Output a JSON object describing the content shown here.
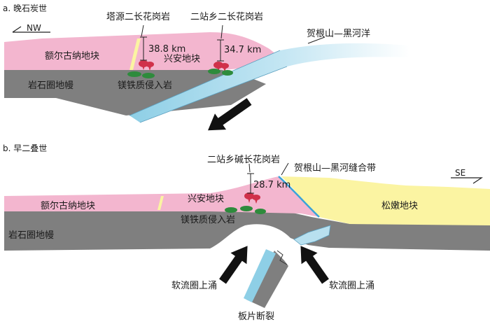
{
  "panel_a": {
    "title": "a. 晚石炭世",
    "direction": "NW",
    "pluton_1": "塔源二长花岗岩",
    "pluton_2": "二站乡二长花岗岩",
    "ocean": "贺根山—黑河洋",
    "depth_1": "38.8 km",
    "depth_2": "34.7 km",
    "block_ergun": "额尔古纳地块",
    "block_xingan": "兴安地块",
    "mantle": "岩石圈地幔",
    "intrusion": "镁铁质侵入岩"
  },
  "panel_b": {
    "title": "b. 早二叠世",
    "direction": "SE",
    "pluton": "二站乡碱长花岗岩",
    "suture": "贺根山—黑河缝合带",
    "depth": "28.7 km",
    "block_ergun": "额尔古纳地块",
    "block_xingan": "兴安地块",
    "block_songnen": "松嫩地块",
    "mantle": "岩石圈地幔",
    "intrusion": "镁铁质侵入岩",
    "upwelling_left": "软流圈上涌",
    "upwelling_right": "软流圈上涌",
    "breakoff": "板片断裂"
  },
  "colors": {
    "crust_pink": "#f3b6cf",
    "mantle_gray": "#7f7f7f",
    "slab_blue": "#8ecfe6",
    "songnen_yellow": "#fbf4a2",
    "granite_red": "#d0314a",
    "mafic_green": "#2e8b3c"
  }
}
